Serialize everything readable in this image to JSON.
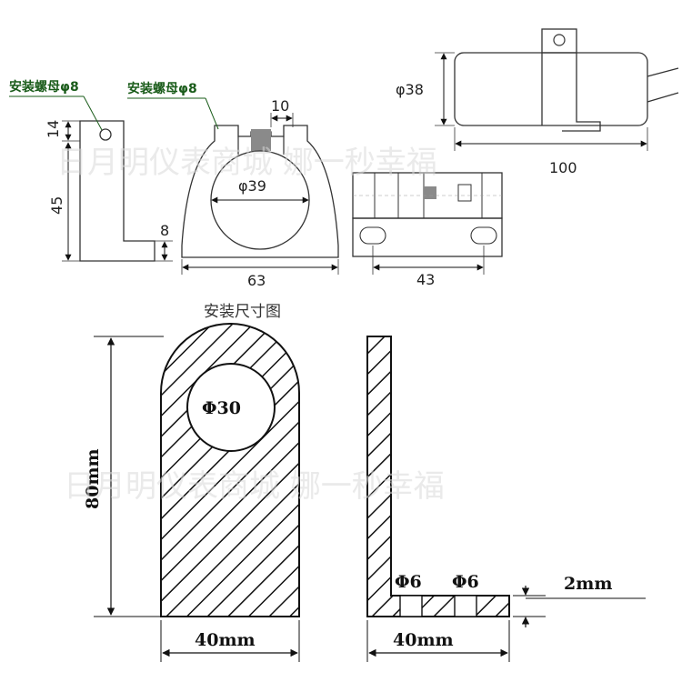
{
  "top_drawing": {
    "caption": "安装尺寸图",
    "nut_note_left": "安装螺母φ8",
    "nut_note_mid": "安装螺母φ8",
    "dims": {
      "side_top": "14",
      "side_height": "45",
      "side_foot": "8",
      "slot_width": "10",
      "bore": "φ39",
      "base_width": "63",
      "hole_spacing": "43",
      "sensor_dia": "φ38",
      "sensor_length": "100"
    }
  },
  "bottom_drawing": {
    "height": "80mm",
    "bore": "Φ30",
    "front_width": "40mm",
    "hole_a": "Φ6",
    "hole_b": "Φ6",
    "thickness": "2mm",
    "side_width": "40mm"
  },
  "watermarks": {
    "top": "日月明仪表商城  娜一秒幸福",
    "bottom": "日月明仪表商城  娜一秒幸福"
  }
}
